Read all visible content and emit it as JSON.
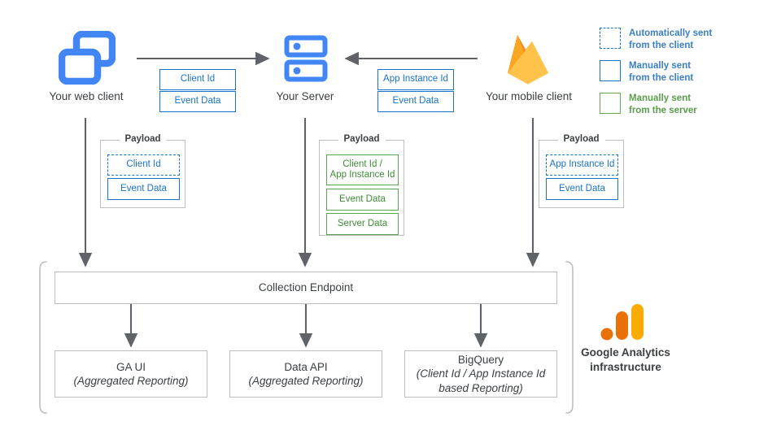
{
  "nodes": {
    "web_client": {
      "label": "Your web client",
      "icon": "browser-windows-icon"
    },
    "server": {
      "label": "Your Server",
      "icon": "server-racks-icon"
    },
    "mobile_client": {
      "label": "Your mobile client",
      "icon": "firebase-flame-icon"
    }
  },
  "transfers": {
    "web_to_server": {
      "chips": [
        "Client Id",
        "Event Data"
      ]
    },
    "mobile_to_server": {
      "chips": [
        "App Instance Id",
        "Event Data"
      ]
    }
  },
  "payloads": {
    "web": {
      "title": "Payload",
      "items": [
        {
          "text": "Client Id",
          "style": "dashed-blue"
        },
        {
          "text": "Event Data",
          "style": "solid-blue"
        }
      ]
    },
    "server": {
      "title": "Payload",
      "items": [
        {
          "text": "Client Id /\nApp Instance Id",
          "line1": "Client Id /",
          "line2": "App Instance Id",
          "style": "solid-green"
        },
        {
          "text": "Event Data",
          "style": "solid-green"
        },
        {
          "text": "Server Data",
          "style": "solid-green"
        }
      ]
    },
    "mobile": {
      "title": "Payload",
      "items": [
        {
          "text": "App Instance Id",
          "style": "dashed-blue"
        },
        {
          "text": "Event Data",
          "style": "solid-blue"
        }
      ]
    }
  },
  "infrastructure": {
    "collection_endpoint": "Collection Endpoint",
    "outputs": [
      {
        "title": "GA UI",
        "subtitle": "(Aggregated Reporting)",
        "sub2": ""
      },
      {
        "title": "Data API",
        "subtitle": "(Aggregated Reporting)",
        "sub2": ""
      },
      {
        "title": "BigQuery",
        "subtitle": "(Client Id / App Instance Id",
        "sub2": "based Reporting)"
      }
    ],
    "caption_line1": "Google Analytics",
    "caption_line2": "infrastructure"
  },
  "legend": {
    "items": [
      {
        "swatch": "dashed-blue",
        "line1": "Automatically sent",
        "line2": "from the client"
      },
      {
        "swatch": "solid-blue",
        "line1": "Manually sent",
        "line2": "from the client"
      },
      {
        "swatch": "solid-green",
        "line1": "Manually sent",
        "line2": "from the server"
      }
    ]
  },
  "colors": {
    "blue": "#1a73c8",
    "legend_blue_text": "#3b7fc4",
    "green": "#5aa454",
    "legend_green_text": "#5a9e4a",
    "arrow_grey": "#5f6368",
    "box_border": "#bdbdbd",
    "icon_blue": "#4285f4",
    "firebase_yellow": "#ffc24a",
    "firebase_orange": "#f4bd62",
    "firebase_amber": "#f6820d",
    "ga_orange": "#e8710a",
    "ga_yellow": "#f9ab00"
  }
}
